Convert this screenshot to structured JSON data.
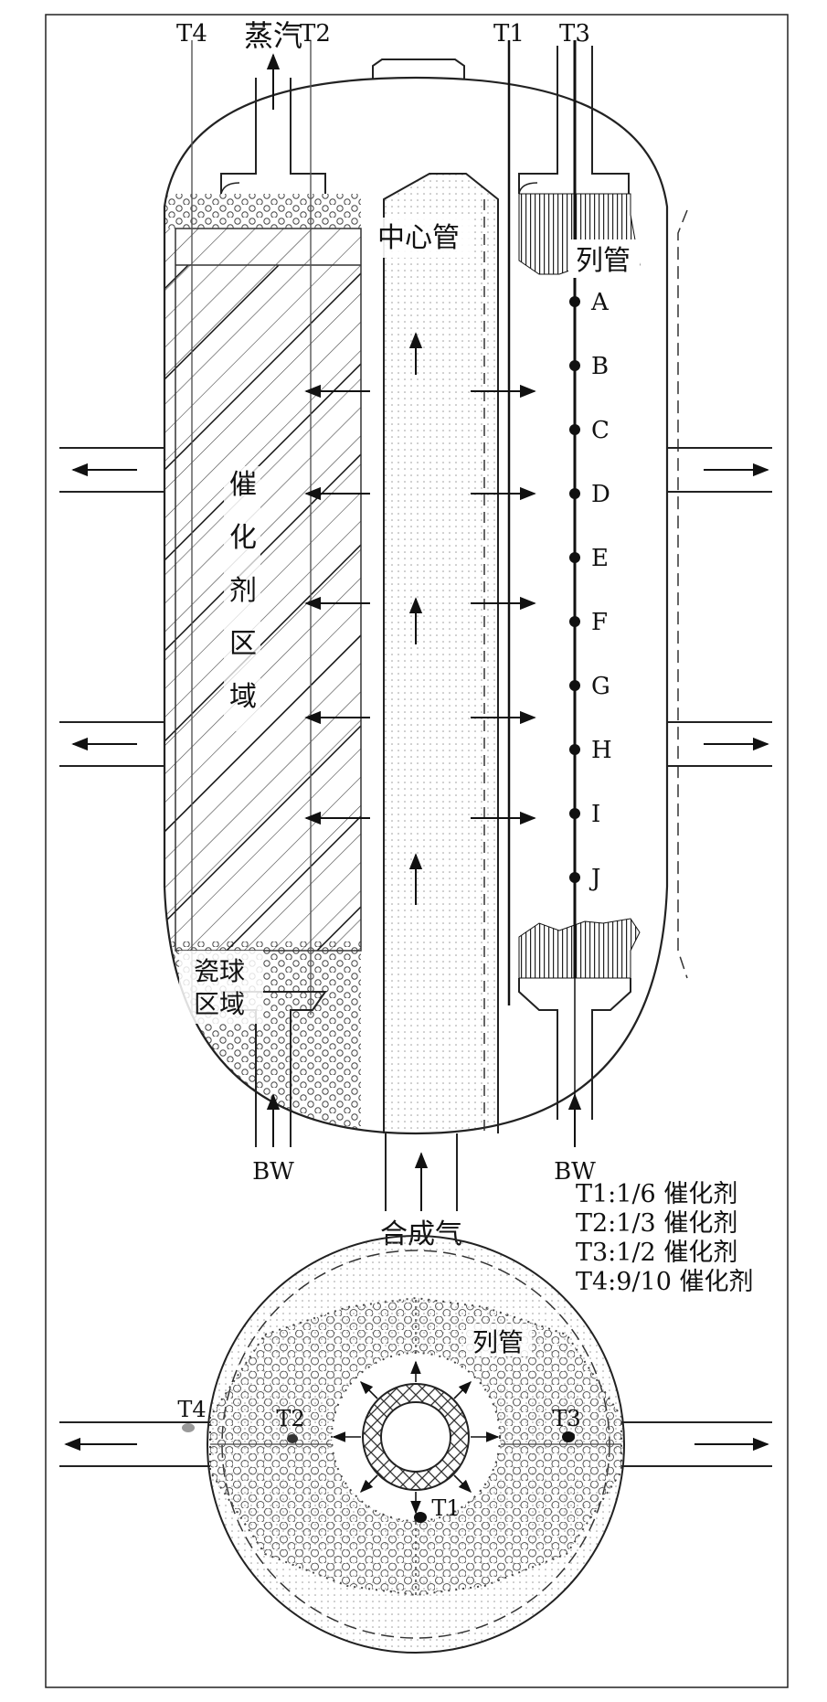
{
  "labels": {
    "steam": "蒸汽",
    "t4": "T4",
    "t2": "T2",
    "t1": "T1",
    "t3": "T3",
    "center_tube": "中心管",
    "tube": "列管",
    "cat_1": "催",
    "cat_2": "化",
    "cat_3": "剂",
    "cat_4": "区",
    "cat_5": "域",
    "ceramic_1": "瓷球",
    "ceramic_2": "区域",
    "bw_left": "BW",
    "bw_right": "BW",
    "syngas": "合成气",
    "cross_tube": "列管",
    "cross_t4": "T4",
    "cross_t2": "T2",
    "cross_t3": "T3",
    "cross_t1": "T1"
  },
  "thermo_points": [
    "A",
    "B",
    "C",
    "D",
    "E",
    "F",
    "G",
    "H",
    "I",
    "J"
  ],
  "legend": [
    "T1:1/6 催化剂",
    "T2:1/3 催化剂",
    "T3:1/2 催化剂",
    "T4:9/10 催化剂"
  ]
}
